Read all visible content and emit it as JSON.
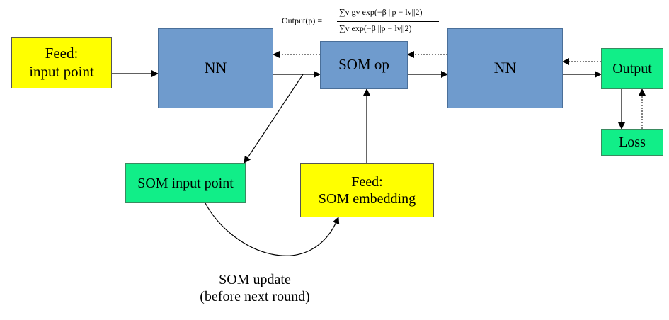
{
  "boxes": {
    "feed_input": [
      "Feed:",
      "input point"
    ],
    "nn_left": [
      "NN"
    ],
    "som_op": [
      "SOM op"
    ],
    "nn_right": [
      "NN"
    ],
    "output": [
      "Output"
    ],
    "loss": [
      "Loss"
    ],
    "som_input_point": [
      "SOM input point"
    ],
    "feed_som_embedding": [
      "Feed:",
      "SOM embedding"
    ]
  },
  "annotation": {
    "som_update": [
      "SOM update",
      "(before next round)"
    ]
  },
  "formula": {
    "lhs": "Output(p) =",
    "numerator": "∑v  gv  exp(−β ||p − lv||2)",
    "denominator": "∑v  exp(−β ||p − lv||2)"
  },
  "colors": {
    "feed": "#ffff00",
    "nn": "#6f9bcd",
    "green": "#11ee88"
  }
}
